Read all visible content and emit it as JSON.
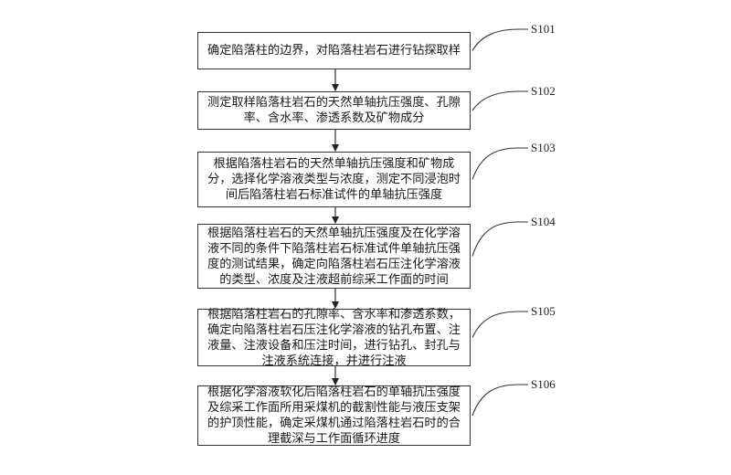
{
  "flowchart": {
    "steps": [
      {
        "id": "S101",
        "text": "确定陷落柱的边界，对陷落柱岩石进行钻探取样",
        "lines": [
          "确定陷落柱的边界，对陷落柱岩石进行钻探取样"
        ]
      },
      {
        "id": "S102",
        "text": "测定取样陷落柱岩石的天然单轴抗压强度、孔隙率、含水率、渗透系数及矿物成分",
        "lines": [
          "测定取样陷落柱岩石的天然单轴抗压强度、孔隙",
          "率、含水率、渗透系数及矿物成分"
        ]
      },
      {
        "id": "S103",
        "text": "根据陷落柱岩石的天然单轴抗压强度和矿物成分，选择化学溶液类型与浓度，测定不同浸泡时间后陷落柱岩石标准试件的单轴抗压强度",
        "lines": [
          "根据陷落柱岩石的天然单轴抗压强度和矿物成",
          "分，选择化学溶液类型与浓度，测定不同浸泡时",
          "间后陷落柱岩石标准试件的单轴抗压强度"
        ]
      },
      {
        "id": "S104",
        "text": "根据陷落柱岩石的天然单轴抗压强度及在化学溶液不同的条件下陷落柱岩石标准试件单轴抗压强度的测试结果，确定向陷落柱岩石压注化学溶液的类型、浓度及注液超前综采工作面的时间",
        "lines": [
          "根据陷落柱岩石的天然单轴抗压强度及在化学溶",
          "液不同的条件下陷落柱岩石标准试件单轴抗压强",
          "度的测试结果，确定向陷落柱岩石压注化学溶液",
          "的类型、浓度及注液超前综采工作面的时间"
        ]
      },
      {
        "id": "S105",
        "text": "根据陷落柱岩石的孔隙率、含水率和渗透系数，确定向陷落柱岩石压注化学溶液的钻孔布置、注液量、注液设备和压注时间，进行钻孔、封孔与注液系统连接，并进行注液",
        "lines": [
          "根据陷落柱岩石的孔隙率、含水率和渗透系数，",
          "确定向陷落柱岩石压注化学溶液的钻孔布置、注",
          "液量、注液设备和压注时间，进行钻孔、封孔与",
          "注液系统连接，并进行注液"
        ]
      },
      {
        "id": "S106",
        "text": "根据化学溶液软化后陷落柱岩石的单轴抗压强度及综采工作面所用采煤机的截割性能与液压支架的护顶性能，确定采煤机通过陷落柱岩石时的合理截深与工作面循环进度",
        "lines": [
          "根据化学溶液软化后陷落柱岩石的单轴抗压强度",
          "及综采工作面所用采煤机的截割性能与液压支架",
          "的护顶性能，确定采煤机通过陷落柱岩石时的合",
          "理截深与工作面循环进度"
        ]
      }
    ],
    "colors": {
      "line": "#333333",
      "text": "#1a1a1a",
      "background": "#ffffff"
    }
  }
}
